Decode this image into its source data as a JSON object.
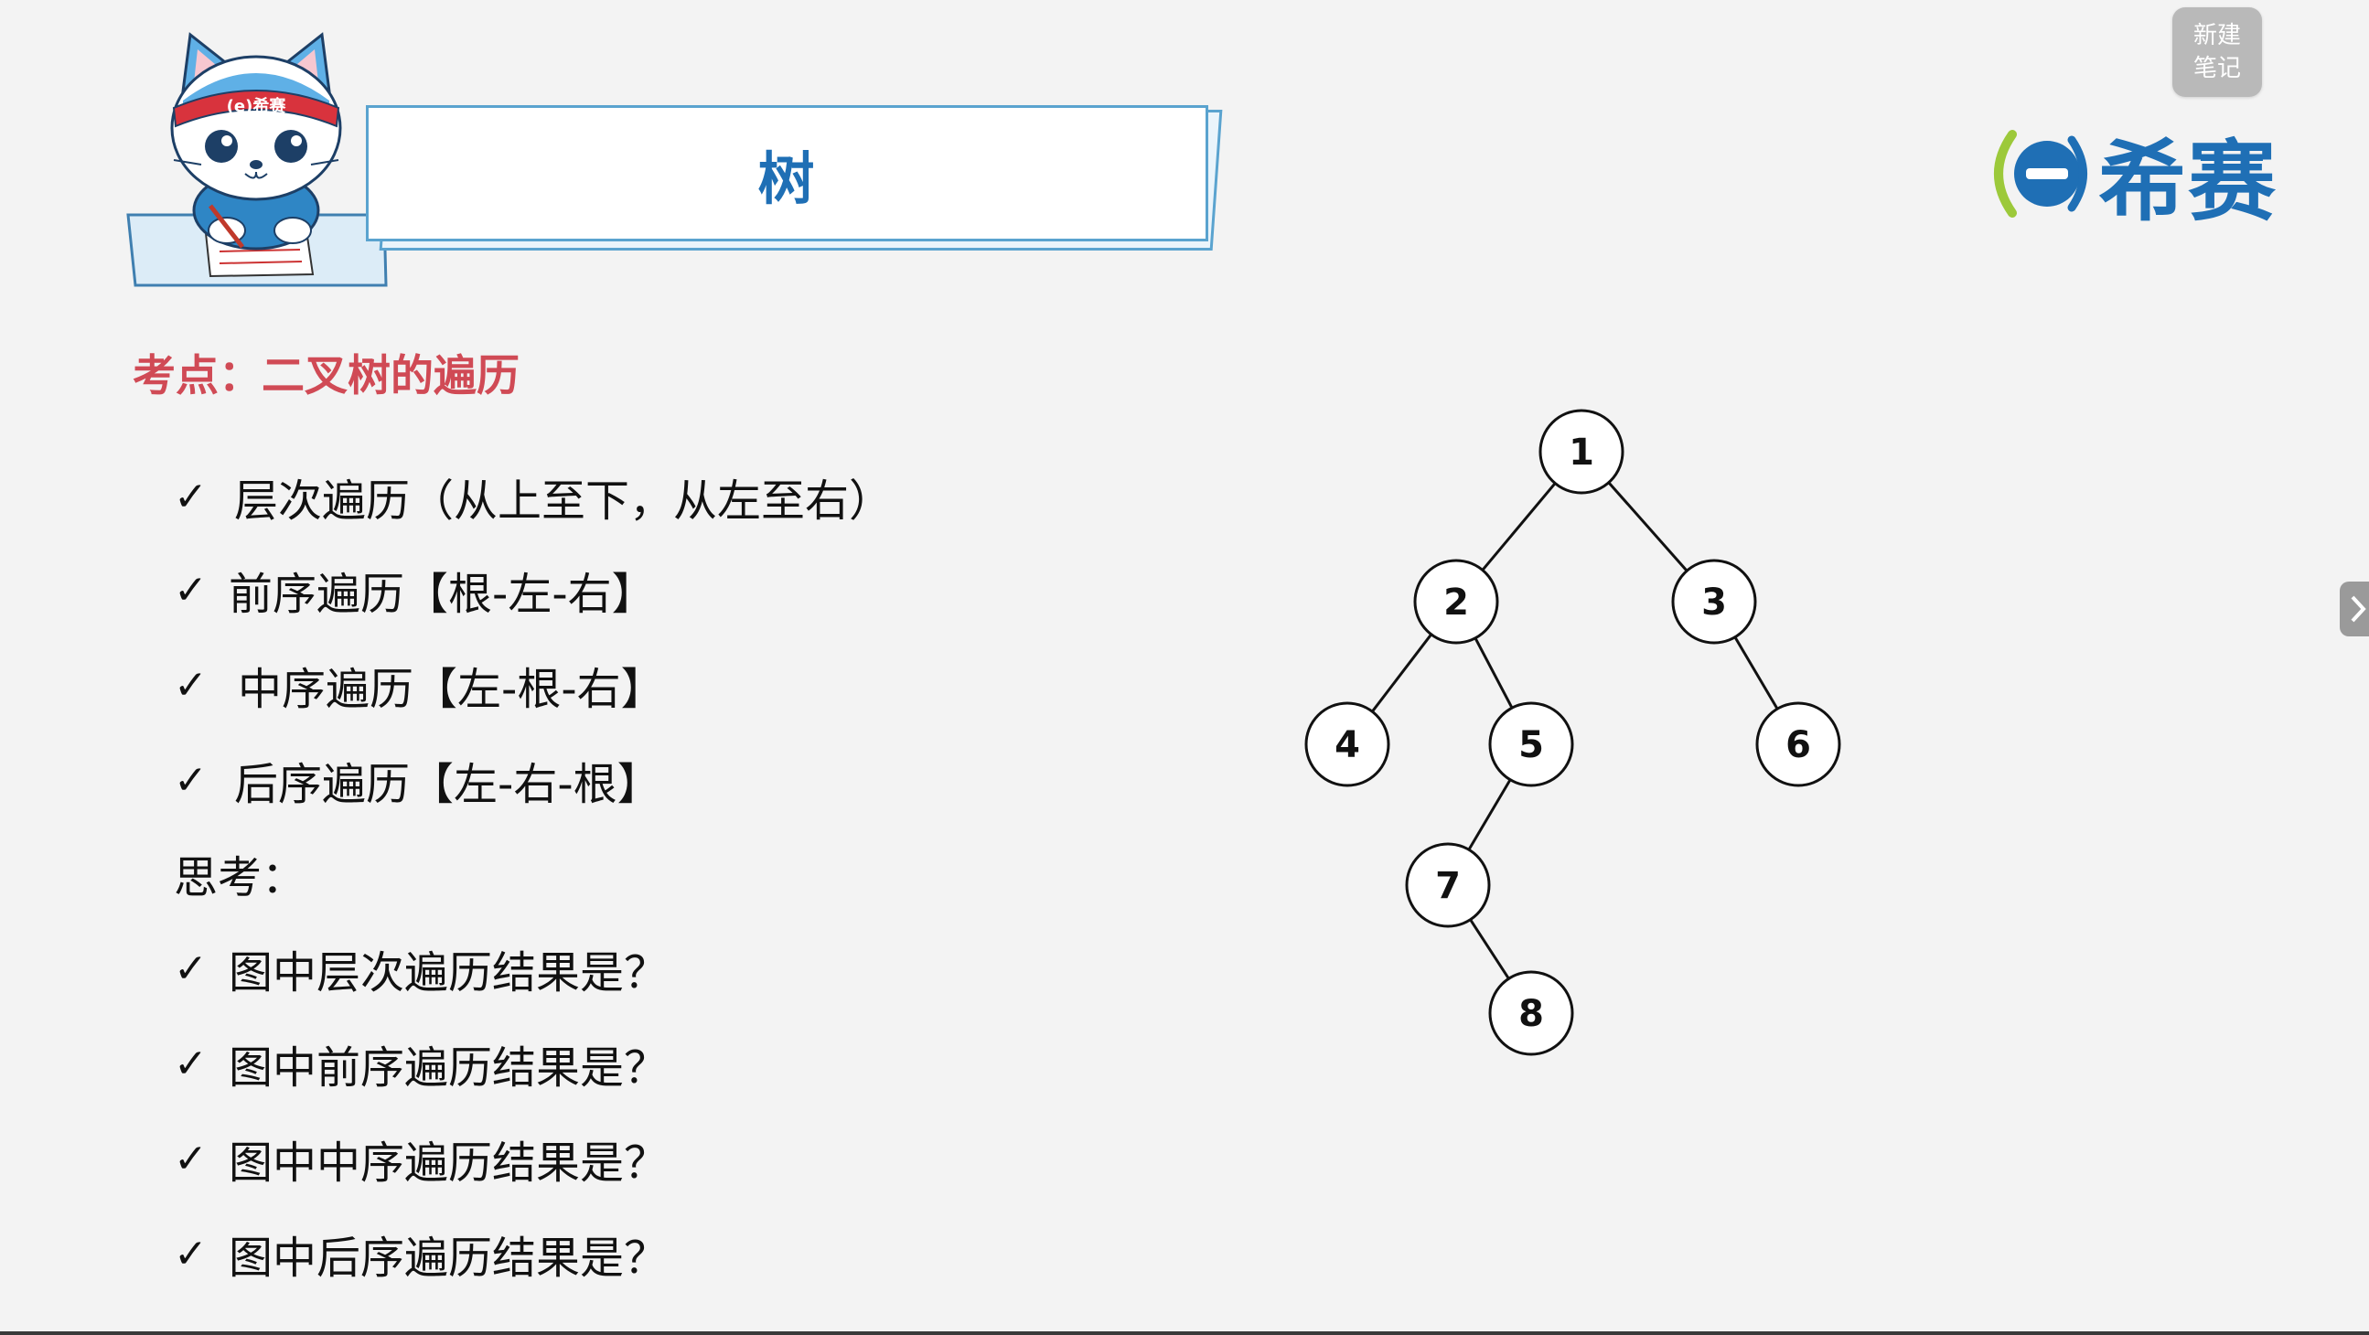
{
  "banner": {
    "title": "树"
  },
  "logo": {
    "text": "希赛"
  },
  "mascot": {
    "headband_text": "(e)希赛"
  },
  "note_button": {
    "line1": "新建",
    "line2": "笔记"
  },
  "subtitle": "考点：二叉树的遍历",
  "traversals": [
    {
      "text": "层次遍历（从上至下，从左至右）"
    },
    {
      "text": "前序遍历【根-左-右】"
    },
    {
      "text": "中序遍历【左-根-右】"
    },
    {
      "text": "后序遍历【左-右-根】"
    }
  ],
  "think_label": "思考：",
  "questions": [
    {
      "text": "图中层次遍历结果是？"
    },
    {
      "text": "图中前序遍历结果是？"
    },
    {
      "text": "图中中序遍历结果是？"
    },
    {
      "text": "图中后序遍历结果是？"
    }
  ],
  "check_symbol": "✓",
  "tree": {
    "nodes": [
      {
        "id": "1",
        "label": "1"
      },
      {
        "id": "2",
        "label": "2"
      },
      {
        "id": "3",
        "label": "3"
      },
      {
        "id": "4",
        "label": "4"
      },
      {
        "id": "5",
        "label": "5"
      },
      {
        "id": "6",
        "label": "6"
      },
      {
        "id": "7",
        "label": "7"
      },
      {
        "id": "8",
        "label": "8"
      }
    ],
    "edges": [
      [
        "1",
        "2"
      ],
      [
        "1",
        "3"
      ],
      [
        "2",
        "4"
      ],
      [
        "2",
        "5"
      ],
      [
        "3",
        "6"
      ],
      [
        "5",
        "7"
      ],
      [
        "7",
        "8"
      ]
    ]
  },
  "colors": {
    "title": "#1f6fb5",
    "subtitle": "#d04a55",
    "banner_border": "#5aa3cf",
    "logo_green": "#9cc93a",
    "logo_blue": "#1f6fb5"
  }
}
